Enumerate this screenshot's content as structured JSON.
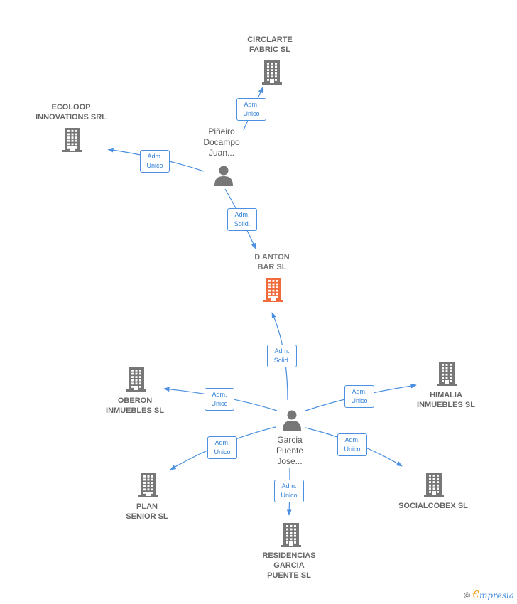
{
  "colors": {
    "edge": "#4a8fe0",
    "building": "#777777",
    "focus_building": "#f26b3a",
    "person": "#777777"
  },
  "companies": [
    {
      "id": "circlarte",
      "label": "CIRCLARTE\nFABRIC  SL",
      "icon": "building-icon"
    },
    {
      "id": "ecoloop",
      "label": "ECOLOOP\nINNOVATIONS SRL",
      "icon": "building-icon"
    },
    {
      "id": "danton",
      "label": "D ANTON\nBAR  SL",
      "icon": "building-icon",
      "focus": true
    },
    {
      "id": "oberon",
      "label": "OBERON\nINMUEBLES SL",
      "icon": "building-icon"
    },
    {
      "id": "himalia",
      "label": "HIMALIA\nINMUEBLES SL",
      "icon": "building-icon"
    },
    {
      "id": "plan",
      "label": "PLAN\nSENIOR  SL",
      "icon": "building-icon"
    },
    {
      "id": "socialcobex",
      "label": "SOCIALCOBEX SL",
      "icon": "building-icon"
    },
    {
      "id": "residencias",
      "label": "RESIDENCIAS\nGARCIA\nPUENTE  SL",
      "icon": "building-icon"
    }
  ],
  "people": [
    {
      "id": "pineiro",
      "label": "Piñeiro\nDocampo\nJuan...",
      "icon": "person-icon"
    },
    {
      "id": "garcia",
      "label": "Garcia\nPuente\nJose...",
      "icon": "person-icon"
    }
  ],
  "edges": [
    {
      "from": "pineiro",
      "to": "circlarte",
      "label": "Adm.\nUnico"
    },
    {
      "from": "pineiro",
      "to": "ecoloop",
      "label": "Adm.\nUnico"
    },
    {
      "from": "pineiro",
      "to": "danton",
      "label": "Adm.\nSolid."
    },
    {
      "from": "garcia",
      "to": "danton",
      "label": "Adm.\nSolid."
    },
    {
      "from": "garcia",
      "to": "oberon",
      "label": "Adm.\nUnico"
    },
    {
      "from": "garcia",
      "to": "himalia",
      "label": "Adm.\nUnico"
    },
    {
      "from": "garcia",
      "to": "plan",
      "label": "Adm.\nUnico"
    },
    {
      "from": "garcia",
      "to": "socialcobex",
      "label": "Adm.\nUnico"
    },
    {
      "from": "garcia",
      "to": "residencias",
      "label": "Adm.\nUnico"
    }
  ],
  "brand": {
    "copyright": "©",
    "initial": "€",
    "rest": "mpresia"
  }
}
